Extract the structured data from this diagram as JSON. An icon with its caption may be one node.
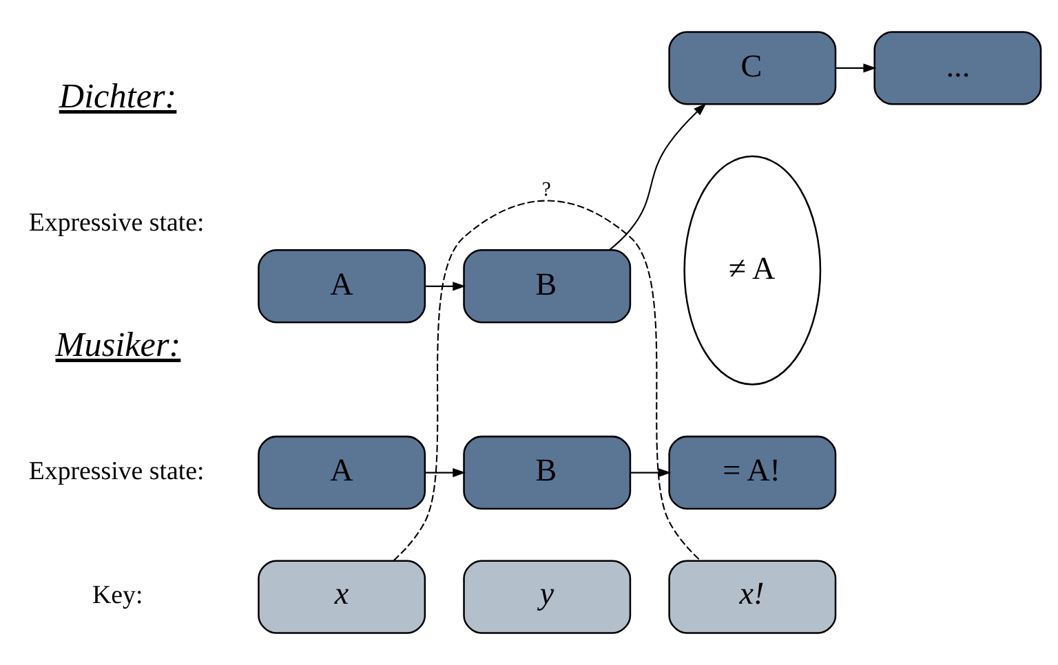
{
  "diagram": {
    "nodes": [
      {
        "text": [
          "A"
        ]
      },
      {
        "text": [
          "B"
        ]
      },
      {
        "text": [
          "C"
        ]
      },
      {
        "text": [
          "..."
        ]
      },
      {
        "text": [
          "≠ A"
        ]
      },
      {
        "text": [
          "A"
        ]
      },
      {
        "text": [
          "B"
        ]
      },
      {
        "text": [
          "= A!"
        ]
      },
      {
        "text": [
          "x"
        ]
      },
      {
        "text": [
          "y"
        ]
      },
      {
        "text": [
          "x!"
        ]
      }
    ],
    "edges": [
      {
        "from": 0,
        "to": 1,
        "arrow": "to"
      },
      {
        "from": 1,
        "to": 2,
        "arrow": "to"
      },
      {
        "from": 2,
        "to": 3,
        "arrow": "to"
      },
      {
        "from": 5,
        "to": 6,
        "arrow": "to"
      },
      {
        "from": 6,
        "to": 7,
        "arrow": "to"
      },
      {
        "from": 8,
        "to": 10,
        "arrow": "none",
        "label": "?",
        "style": "dashed"
      }
    ],
    "labels": [
      "Dichter:",
      "Expressive state:",
      "Musiker:",
      "Expressive state:",
      "Key:"
    ]
  }
}
